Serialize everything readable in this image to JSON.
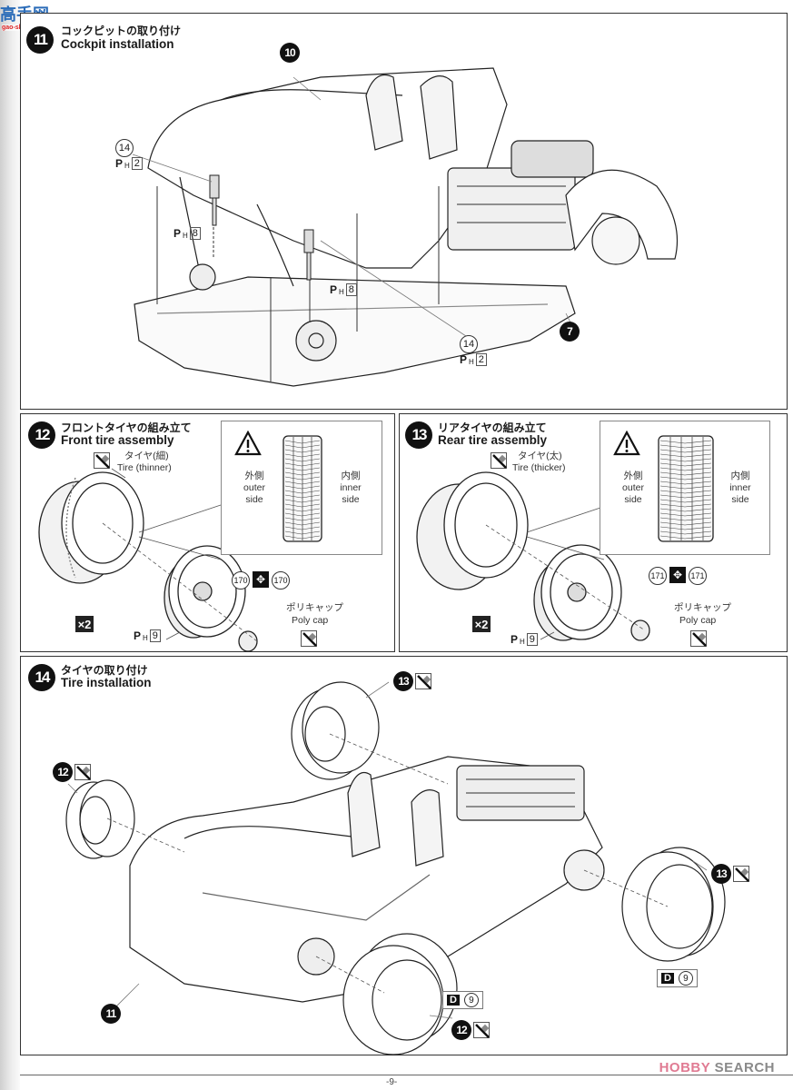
{
  "watermark": {
    "logo_text": "高手网",
    "url_text": "gao-shou.com"
  },
  "steps": [
    {
      "number": "11",
      "title_jp": "コックピットの取り付け",
      "title_en": "Cockpit installation",
      "callouts": [
        {
          "badge": "10"
        },
        {
          "badge": "7"
        }
      ],
      "parts": [
        {
          "part": "14",
          "runner": "P",
          "sub": "H",
          "number": "2"
        },
        {
          "runner": "P",
          "sub": "H",
          "number": "8"
        },
        {
          "runner": "P",
          "sub": "H",
          "number": "8"
        },
        {
          "part": "14",
          "runner": "P",
          "sub": "H",
          "number": "2"
        }
      ]
    },
    {
      "number": "12",
      "title_jp": "フロントタイヤの組み立て",
      "title_en": "Front tire assembly",
      "tire_label_jp": "タイヤ(細)",
      "tire_label_en": "Tire (thinner)",
      "warning": {
        "outer_jp": "外側",
        "outer_en": "outer side",
        "inner_jp": "内側",
        "inner_en": "inner side"
      },
      "wheel_parts": [
        "170",
        "170"
      ],
      "quantity": "×2",
      "runner": {
        "runner": "P",
        "sub": "H",
        "number": "9"
      },
      "polycap_jp": "ポリキャップ",
      "polycap_en": "Poly cap"
    },
    {
      "number": "13",
      "title_jp": "リアタイヤの組み立て",
      "title_en": "Rear tire assembly",
      "tire_label_jp": "タイヤ(太)",
      "tire_label_en": "Tire (thicker)",
      "warning": {
        "outer_jp": "外側",
        "outer_en": "outer side",
        "inner_jp": "内側",
        "inner_en": "inner side"
      },
      "wheel_parts": [
        "171",
        "171"
      ],
      "quantity": "×2",
      "runner": {
        "runner": "P",
        "sub": "H",
        "number": "9"
      },
      "polycap_jp": "ポリキャップ",
      "polycap_en": "Poly cap"
    },
    {
      "number": "14",
      "title_jp": "タイヤの取り付け",
      "title_en": "Tire installation",
      "callouts": [
        {
          "badge": "13",
          "position": "rear-top"
        },
        {
          "badge": "12",
          "position": "front-left"
        },
        {
          "badge": "13",
          "position": "rear-right"
        },
        {
          "badge": "12",
          "position": "front-bottom"
        },
        {
          "badge": "11",
          "position": "body"
        }
      ],
      "decals": [
        {
          "letter": "D",
          "number": "9"
        },
        {
          "letter": "D",
          "number": "9"
        }
      ]
    }
  ],
  "footer": {
    "page": "-9-",
    "brand_a": "HOBBY",
    "brand_b": "SEARCH"
  }
}
